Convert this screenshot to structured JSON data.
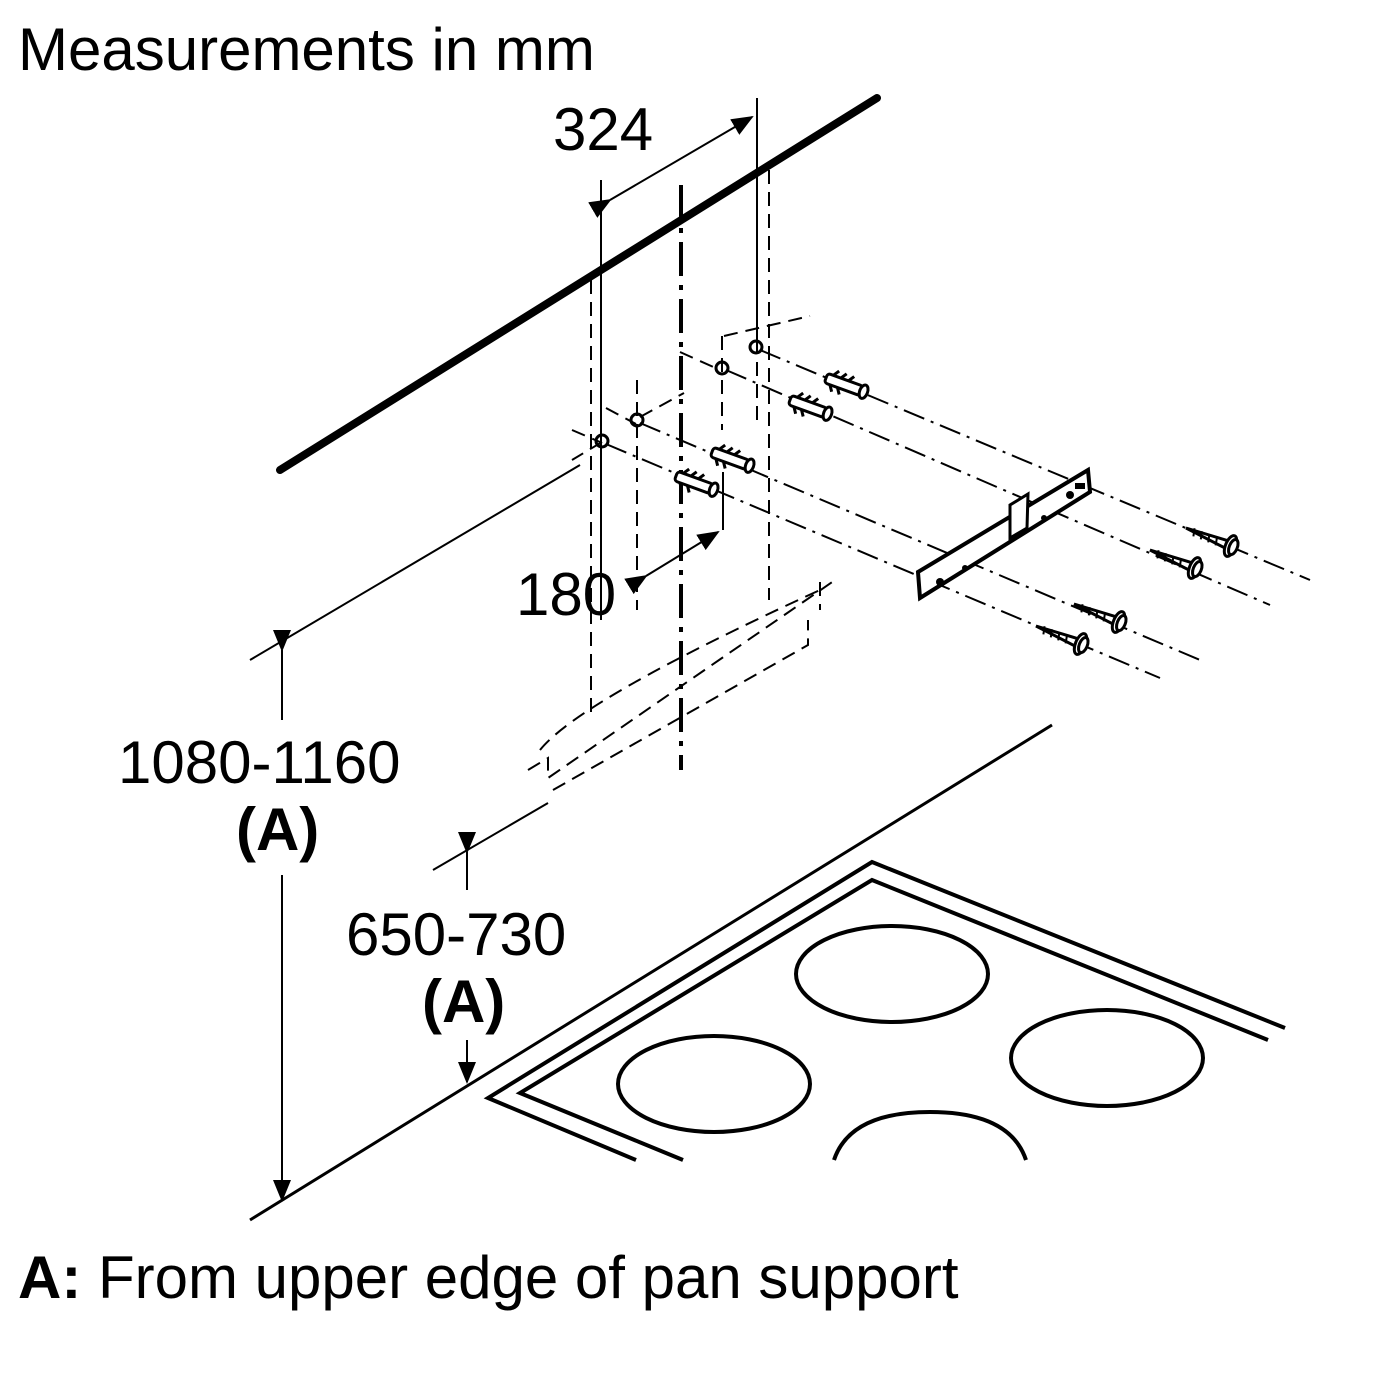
{
  "header": {
    "title": "Measurements in mm"
  },
  "dimensions": {
    "hole_spacing": "324",
    "bracket_offset": "180",
    "overall_height": "1080-1160",
    "overall_height_ref": "(A)",
    "hood_height": "650-730",
    "hood_height_ref": "(A)"
  },
  "footnote": {
    "key": "A:",
    "text": " From upper edge of pan support"
  },
  "colors": {
    "ink": "#000000",
    "background": "#ffffff"
  }
}
